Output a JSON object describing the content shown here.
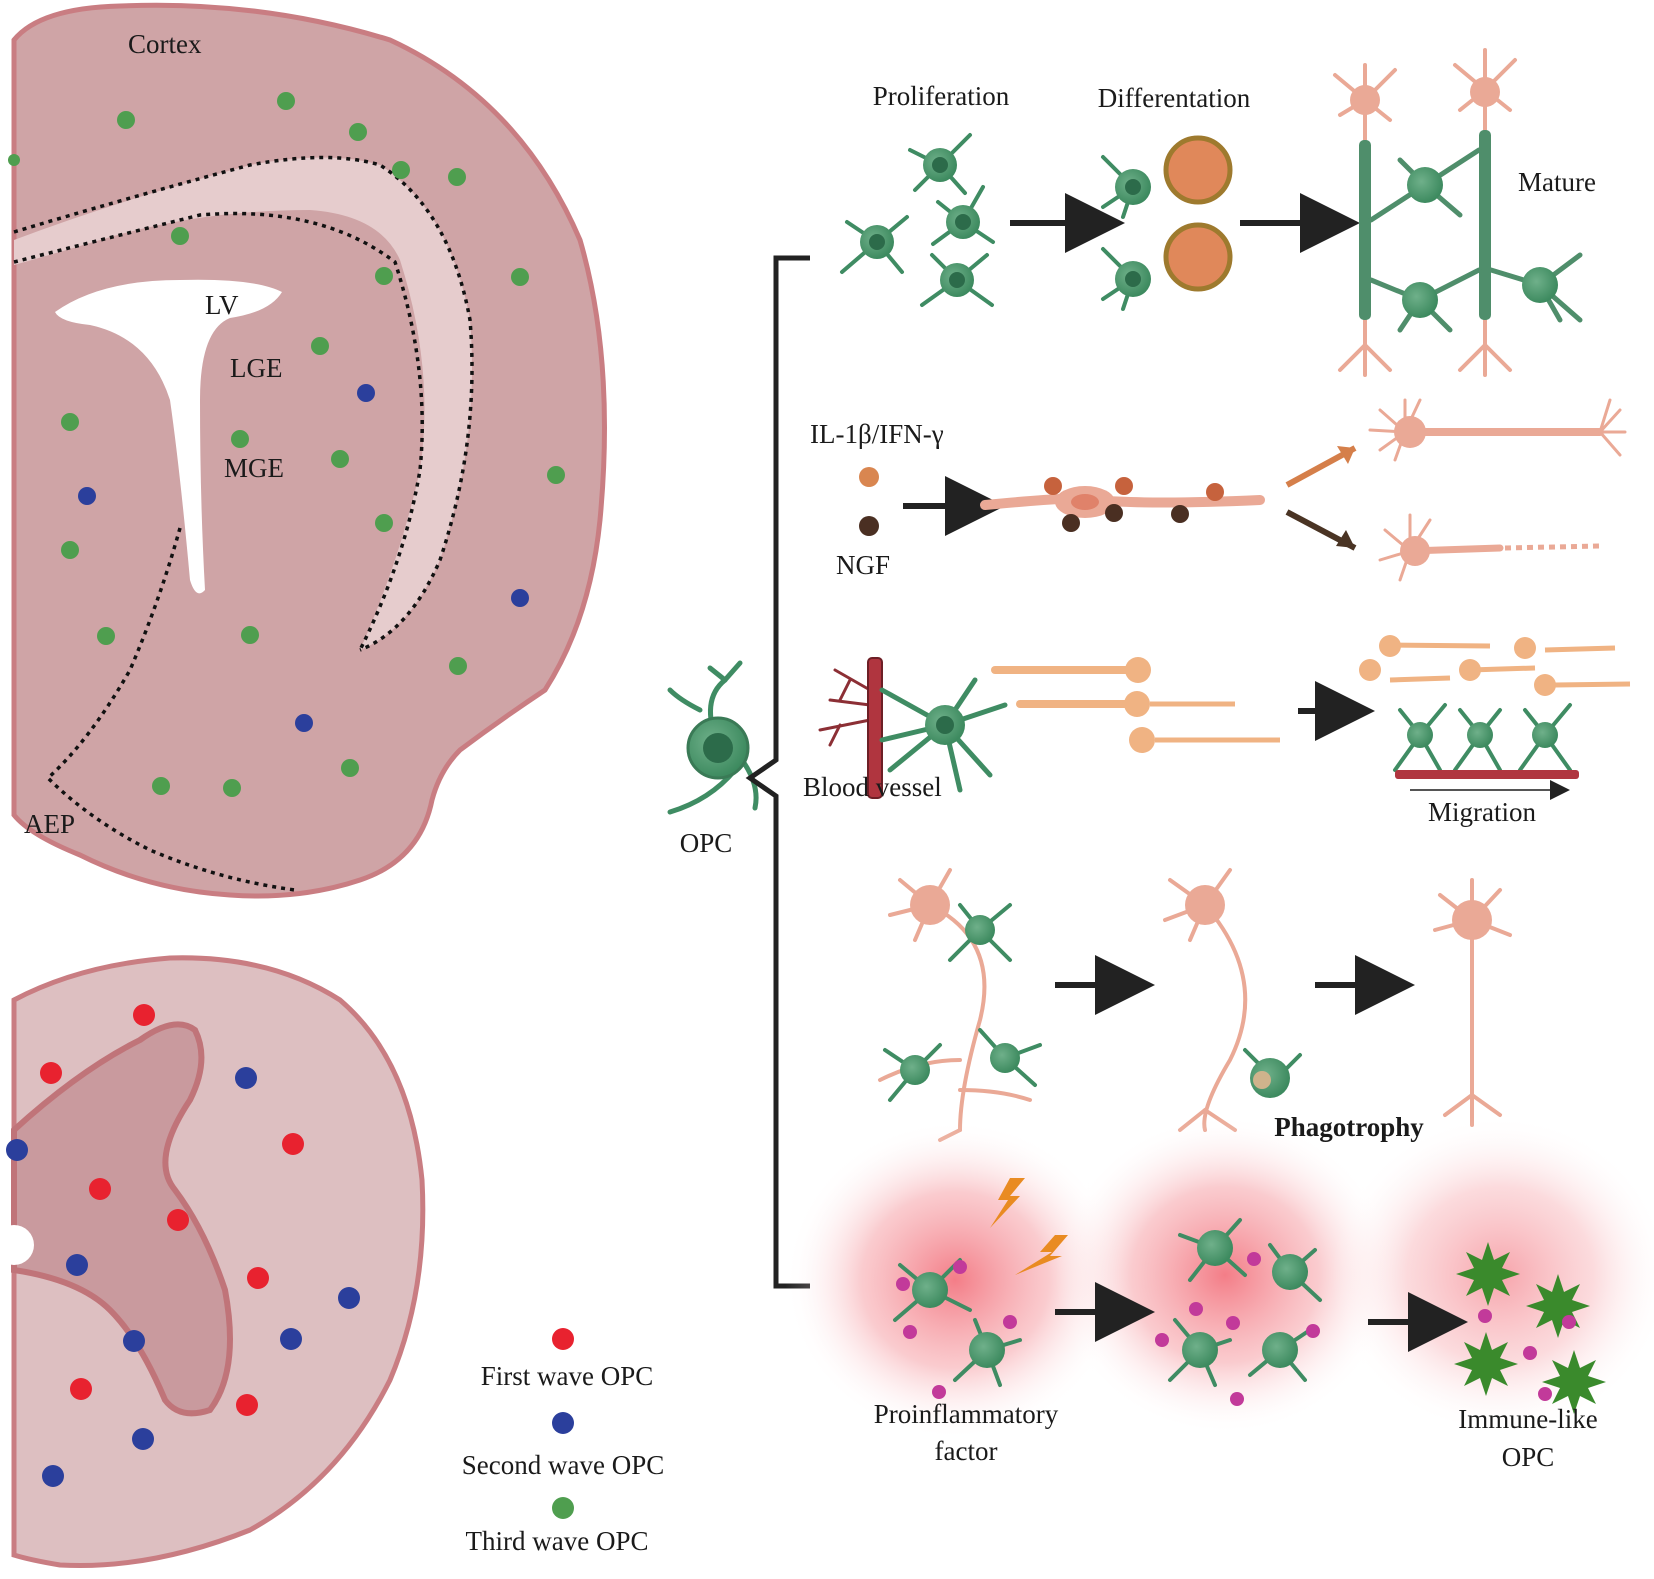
{
  "brain": {
    "cortex": "Cortex",
    "lv": "LV",
    "lge": "LGE",
    "mge": "MGE",
    "aep": "AEP"
  },
  "legend": {
    "first": "First wave OPC",
    "second": "Second wave OPC",
    "third": "Third wave OPC"
  },
  "opc_label": "OPC",
  "functions": {
    "proliferation": "Proliferation",
    "differentiation": "Differentation",
    "mature": "Mature",
    "cytokine": "IL-1β/IFN-γ",
    "ngf": "NGF",
    "blood_vessel": "Blood vessel",
    "migration": "Migration",
    "phagotrophy": "Phagotrophy",
    "proinflammatory_line1": "Proinflammatory",
    "proinflammatory_line2": "factor",
    "immune_line1": "Immune-like",
    "immune_line2": "OPC"
  },
  "colors": {
    "first_wave": "#e8222f",
    "second_wave": "#2b3f9c",
    "third_wave": "#4f9e4f",
    "tissue": "#cfa4a6",
    "tissue_edge": "#c97d82",
    "opc": "#3f8c63",
    "neuron": "#eaa996"
  }
}
